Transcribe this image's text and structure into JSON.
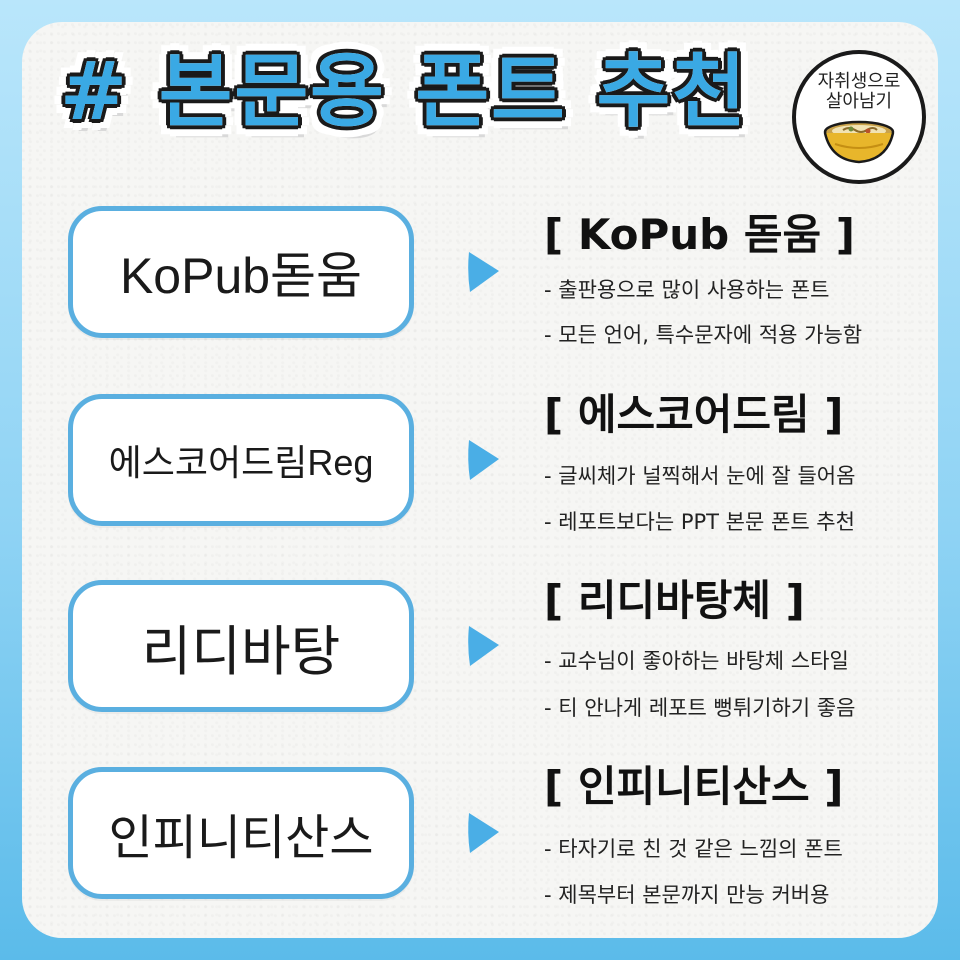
{
  "title": "# 본문용 폰트 추천",
  "logo": {
    "line1": "자취생으로",
    "line2": "살아남기"
  },
  "fonts": [
    {
      "name": "KoPub돋움",
      "heading": "[ KoPub 돋움 ]",
      "desc": [
        "- 출판용으로 많이 사용하는 폰트",
        "- 모든 언어, 특수문자에 적용 가능함"
      ]
    },
    {
      "name": "에스코어드림Reg",
      "heading": "[ 에스코어드림 ]",
      "desc": [
        "- 글씨체가 널찍해서 눈에 잘 들어옴",
        "- 레포트보다는 PPT 본문 폰트 추천"
      ]
    },
    {
      "name": "리디바탕",
      "heading": "[ 리디바탕체 ]",
      "desc": [
        "- 교수님이 좋아하는 바탕체 스타일",
        "- 티 안나게 레포트 뻥튀기하기 좋음"
      ]
    },
    {
      "name": "인피니티산스",
      "heading": "[ 인피니티산스 ]",
      "desc": [
        "- 타자기로 친 것 같은 느낌의 폰트",
        "- 제목부터 본문까지 만능 커버용"
      ]
    }
  ],
  "colors": {
    "accent": "#5aafe0",
    "title_fill": "#3aa9e4",
    "arrow": "#4aaee6"
  },
  "icons": {
    "arrow": "play-arrow-icon",
    "logo": "noodle-bowl-icon"
  }
}
